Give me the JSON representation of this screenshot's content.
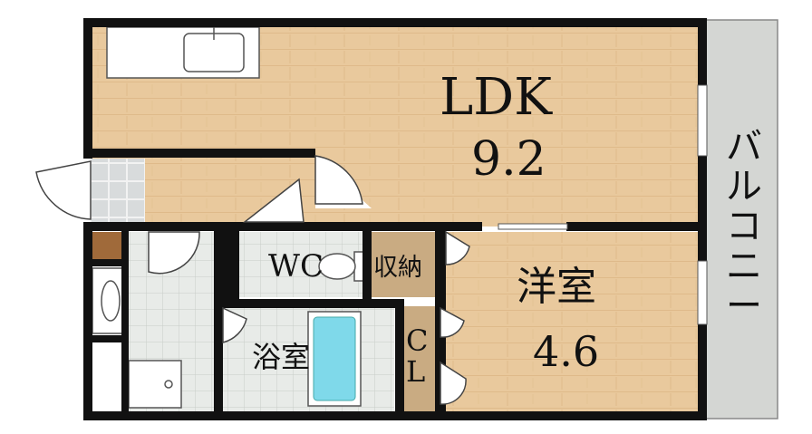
{
  "rooms": {
    "ldk": {
      "name": "LDK",
      "area": "9.2"
    },
    "yoshitsu": {
      "name": "洋室",
      "area": "4.6"
    },
    "wc": {
      "name": "WC"
    },
    "shuno": {
      "name": "収納"
    },
    "bath": {
      "name": "浴室"
    },
    "closet": {
      "name": "CL"
    },
    "balcony": {
      "name": "バルコニー"
    }
  },
  "colors": {
    "floor_wood": "#e8c79a",
    "wall": "#111111",
    "tile": "#e8ebe8",
    "balcony": "#d4d6d3",
    "tub": "#7fd9ea",
    "storage": "#c9ab82"
  }
}
